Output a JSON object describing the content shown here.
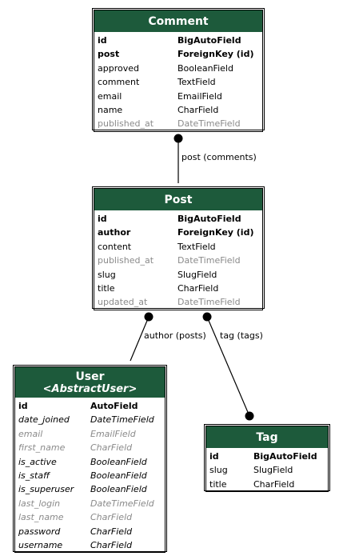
{
  "models": {
    "comment": {
      "title": "Comment",
      "fields": [
        {
          "name": "id",
          "type": "BigAutoField",
          "style": "bold"
        },
        {
          "name": "post",
          "type": "ForeignKey (id)",
          "style": "bold"
        },
        {
          "name": "approved",
          "type": "BooleanField",
          "style": "normal"
        },
        {
          "name": "comment",
          "type": "TextField",
          "style": "normal"
        },
        {
          "name": "email",
          "type": "EmailField",
          "style": "normal"
        },
        {
          "name": "name",
          "type": "CharField",
          "style": "normal"
        },
        {
          "name": "published_at",
          "type": "DateTimeField",
          "style": "muted"
        }
      ]
    },
    "post": {
      "title": "Post",
      "fields": [
        {
          "name": "id",
          "type": "BigAutoField",
          "style": "bold"
        },
        {
          "name": "author",
          "type": "ForeignKey (id)",
          "style": "bold"
        },
        {
          "name": "content",
          "type": "TextField",
          "style": "normal"
        },
        {
          "name": "published_at",
          "type": "DateTimeField",
          "style": "muted"
        },
        {
          "name": "slug",
          "type": "SlugField",
          "style": "normal"
        },
        {
          "name": "title",
          "type": "CharField",
          "style": "normal"
        },
        {
          "name": "updated_at",
          "type": "DateTimeField",
          "style": "muted"
        }
      ]
    },
    "user": {
      "title": "User",
      "subtitle": "<AbstractUser>",
      "fields": [
        {
          "name": "id",
          "type": "AutoField",
          "style": "bold"
        },
        {
          "name": "date_joined",
          "type": "DateTimeField",
          "style": "italic"
        },
        {
          "name": "email",
          "type": "EmailField",
          "style": "muted-italic"
        },
        {
          "name": "first_name",
          "type": "CharField",
          "style": "muted-italic"
        },
        {
          "name": "is_active",
          "type": "BooleanField",
          "style": "italic"
        },
        {
          "name": "is_staff",
          "type": "BooleanField",
          "style": "italic"
        },
        {
          "name": "is_superuser",
          "type": "BooleanField",
          "style": "italic"
        },
        {
          "name": "last_login",
          "type": "DateTimeField",
          "style": "muted-italic"
        },
        {
          "name": "last_name",
          "type": "CharField",
          "style": "muted-italic"
        },
        {
          "name": "password",
          "type": "CharField",
          "style": "italic"
        },
        {
          "name": "username",
          "type": "CharField",
          "style": "italic"
        }
      ]
    },
    "tag": {
      "title": "Tag",
      "fields": [
        {
          "name": "id",
          "type": "BigAutoField",
          "style": "bold"
        },
        {
          "name": "slug",
          "type": "SlugField",
          "style": "normal"
        },
        {
          "name": "title",
          "type": "CharField",
          "style": "normal"
        }
      ]
    }
  },
  "relations": {
    "comment_post": "post (comments)",
    "post_author": "author (posts)",
    "post_tag": "tag (tags)"
  },
  "colors": {
    "header": "#1d5a3b",
    "muted": "#8a8a8a"
  }
}
